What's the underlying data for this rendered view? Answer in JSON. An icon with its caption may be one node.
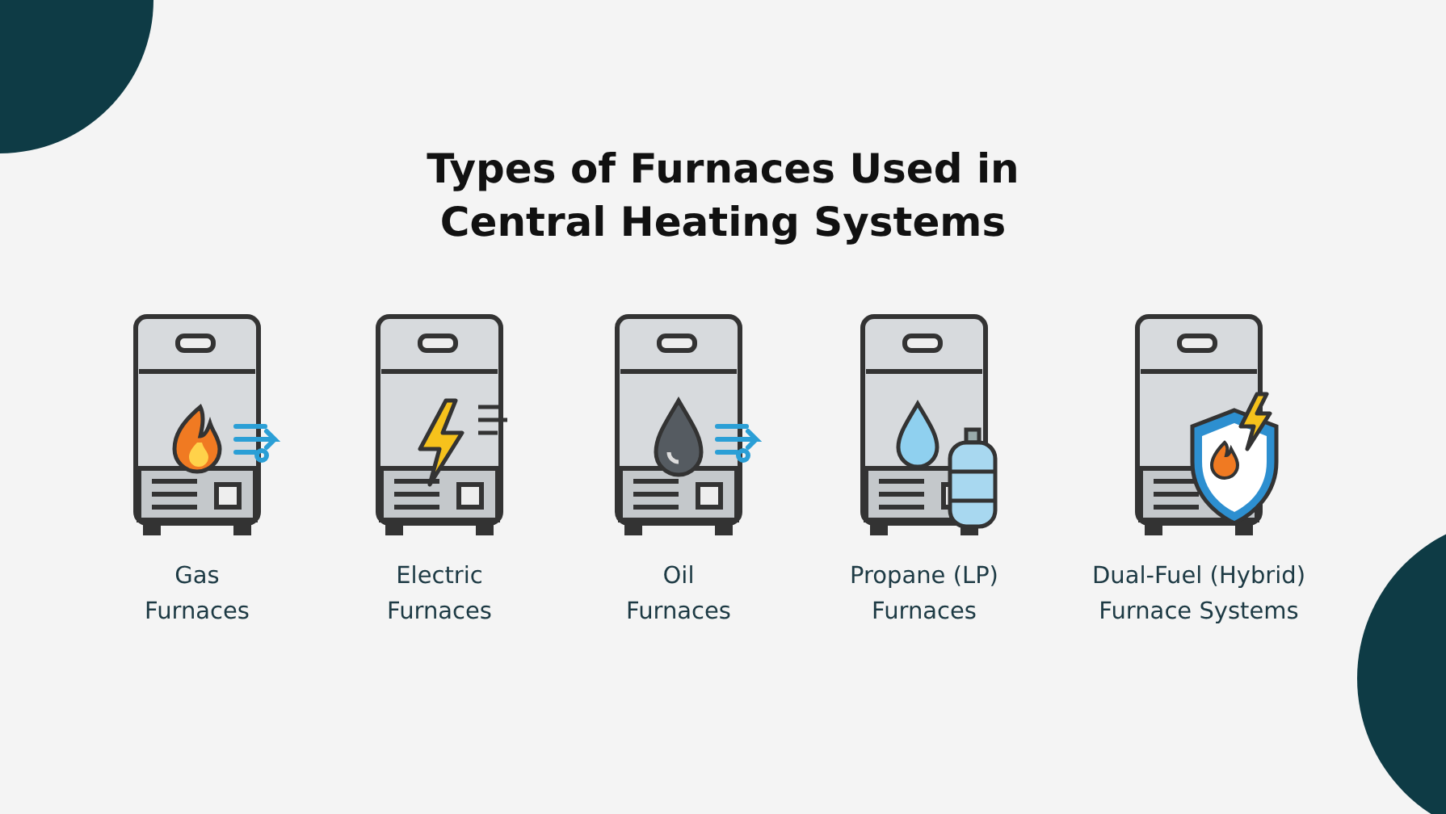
{
  "diagram": {
    "title": "Types of Furnaces Used in Central Heating Systems",
    "nodes": [
      {
        "text": [],
        "shape": "picture",
        "beside": [
          "Gas Furnaces"
        ]
      },
      {
        "text": [],
        "shape": "picture",
        "beside": [
          "Electric Furnaces"
        ]
      },
      {
        "text": [],
        "shape": "picture",
        "beside": [
          "Oil Furnaces"
        ]
      },
      {
        "text": [],
        "shape": "picture",
        "beside": [
          "Propane (LP) Furnaces"
        ]
      },
      {
        "text": [],
        "shape": "picture",
        "beside": [
          "Dual-Fuel (Hybrid) Furnace Systems"
        ]
      }
    ],
    "edges": []
  }
}
